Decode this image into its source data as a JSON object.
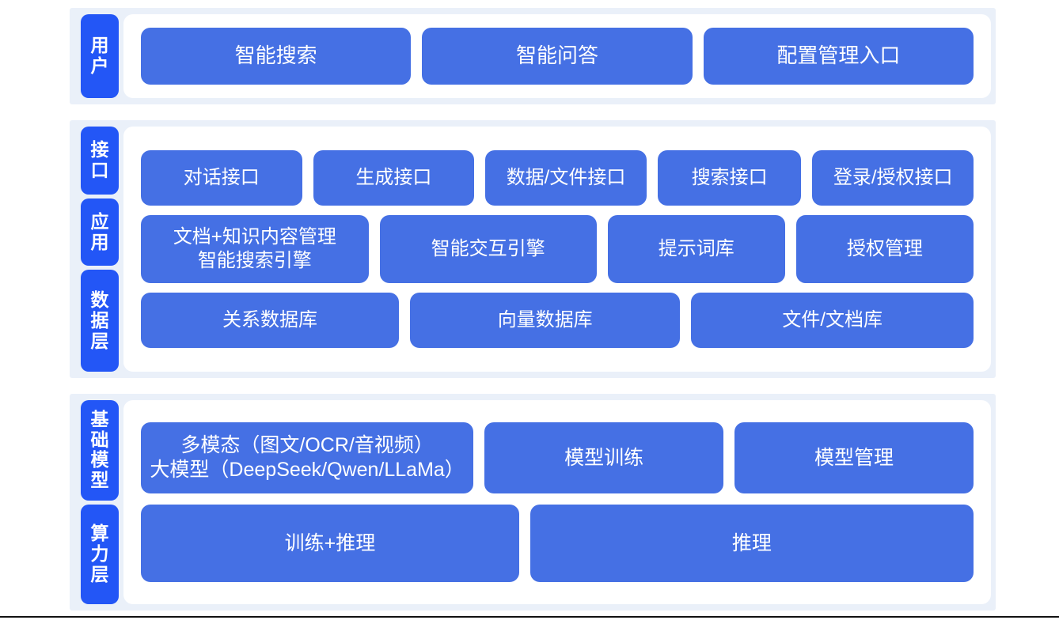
{
  "colors": {
    "band_background": "#eaf0f9",
    "panel_background": "#ffffff",
    "layer_label_blue": "#2356f6",
    "card_blue": "#4570e4",
    "card_text": "#ffffff",
    "page_background": "#ffffff",
    "bottom_rule": "#111111"
  },
  "sections": [
    {
      "id": "user",
      "labels": [
        "用户"
      ],
      "rows": [
        {
          "id": "user-entries",
          "cards": [
            {
              "label": "智能搜索",
              "flex": 1
            },
            {
              "label": "智能问答",
              "flex": 1
            },
            {
              "label": "配置管理入口",
              "flex": 1
            }
          ]
        }
      ]
    },
    {
      "id": "middle",
      "labels": [
        "接口",
        "应用",
        "数据层"
      ],
      "rows": [
        {
          "id": "api-row",
          "cards": [
            {
              "label": "对话接口",
              "flex": 1
            },
            {
              "label": "生成接口",
              "flex": 1
            },
            {
              "label": "数据/文件接口",
              "flex": 1
            },
            {
              "label": "搜索接口",
              "flex": 0.88
            },
            {
              "label": "登录/授权接口",
              "flex": 1
            }
          ]
        },
        {
          "id": "app-row",
          "cards": [
            {
              "label": "文档+知识内容管理\n智能搜索引擎",
              "flex": 1.18
            },
            {
              "label": "智能交互引擎",
              "flex": 1.12
            },
            {
              "label": "提示词库",
              "flex": 0.9
            },
            {
              "label": "授权管理",
              "flex": 0.9
            }
          ]
        },
        {
          "id": "data-row",
          "cards": [
            {
              "label": "关系数据库",
              "flex": 1
            },
            {
              "label": "向量数据库",
              "flex": 1.05
            },
            {
              "label": "文件/文档库",
              "flex": 1.1
            }
          ]
        }
      ]
    },
    {
      "id": "bottom",
      "labels": [
        "基础模型",
        "算力层"
      ],
      "rows": [
        {
          "id": "model-row",
          "cards": [
            {
              "label": "多模态（图文/OCR/音视频）\n大模型（DeepSeek/Qwen/LLaMa）",
              "flex": 1.42
            },
            {
              "label": "模型训练",
              "flex": 1
            },
            {
              "label": "模型管理",
              "flex": 1
            }
          ]
        },
        {
          "id": "compute-row",
          "cards": [
            {
              "label": "训练+推理",
              "flex": 1
            },
            {
              "label": "推理",
              "flex": 1.18
            }
          ]
        }
      ]
    }
  ]
}
